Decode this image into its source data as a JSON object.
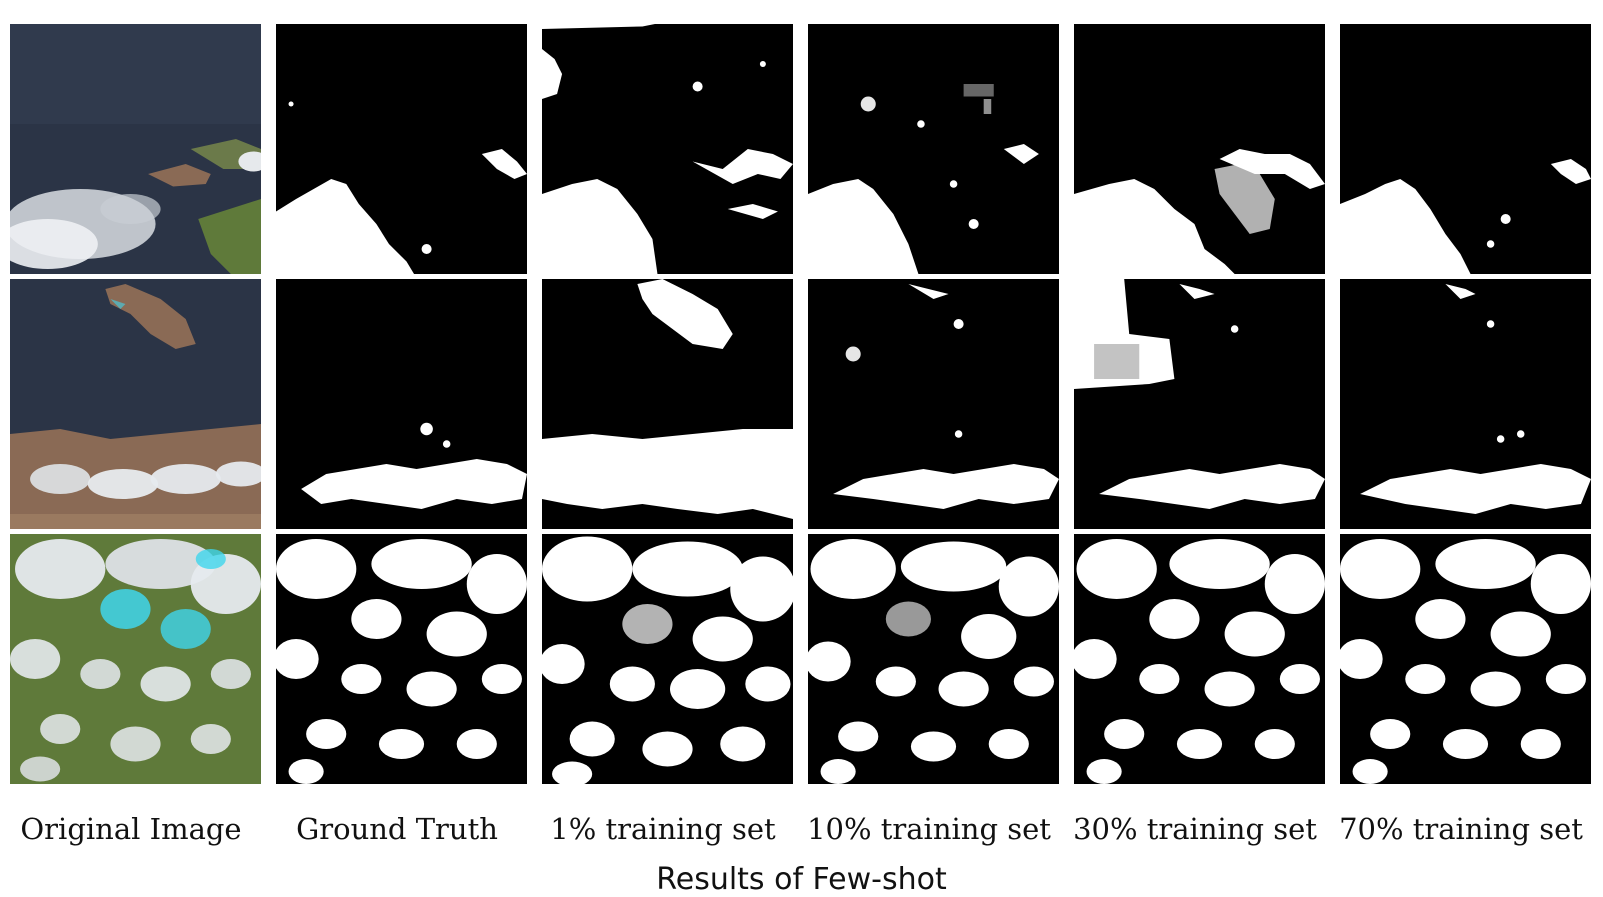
{
  "figure": {
    "columns": [
      "Original Image",
      "Ground Truth",
      "1% training set",
      "10% training set",
      "30% training set",
      "70% training set"
    ],
    "caption": "Results of Few-shot"
  },
  "colors": {
    "mask_cloud": "#ffffff",
    "mask_background": "#000000",
    "ocean": "#2b3446",
    "land_brown": "#8a6a55",
    "vegetation": "#5f7a3a",
    "cloud": "#e8ecef",
    "snow_cyan": "#3fd6ec"
  }
}
